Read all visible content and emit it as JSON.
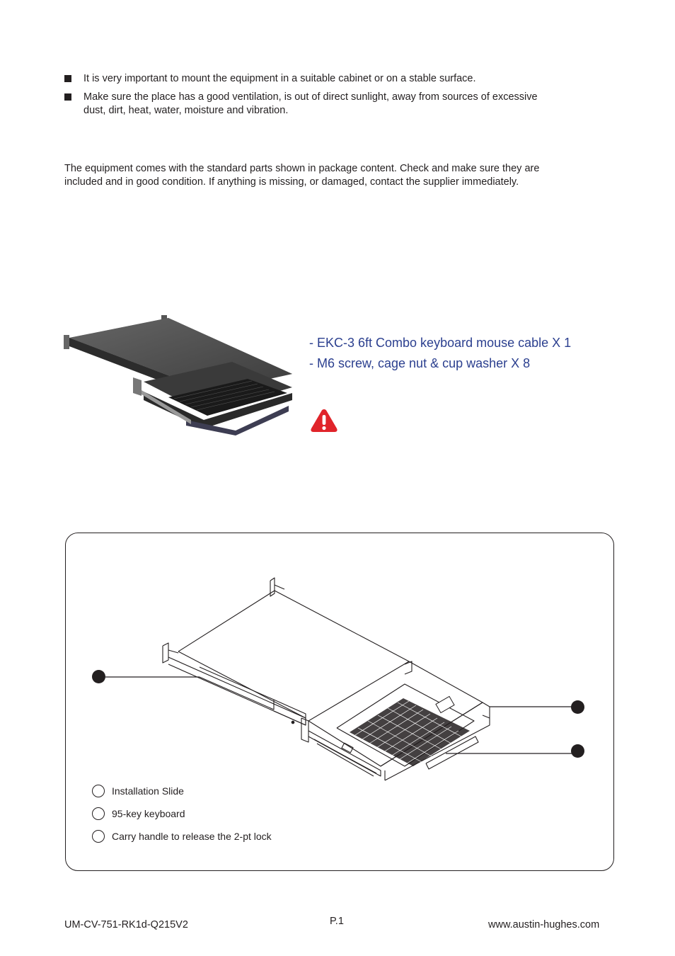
{
  "precautions": [
    "It is very important to mount the equipment in a suitable cabinet or on a stable surface.",
    "Make sure the place has a good ventilation, is out of direct sunlight, away from sources of excessive",
    "dust, dirt, heat, water, moisture and vibration."
  ],
  "package_intro": [
    "The equipment comes with the standard parts shown in package content. Check and make sure they are",
    "included and in good condition. If anything is missing, or damaged, contact the supplier immediately."
  ],
  "package_items": [
    "-  EKC-3 6ft Combo keyboard mouse cable  X 1",
    "-  M6 screw, cage nut & cup washer  X 8"
  ],
  "warning_icon": "warning-triangle-icon",
  "legend": [
    "Installation Slide",
    "95-key keyboard",
    "Carry handle to release the 2-pt lock"
  ],
  "footer": {
    "doc_code": "UM-CV-751-RK1d-Q215V2",
    "page": "P.1",
    "website": "www.austin-hughes.com"
  },
  "colors": {
    "text": "#231f20",
    "accent_blue": "#2b3f8f",
    "warning_red": "#e0242a"
  }
}
